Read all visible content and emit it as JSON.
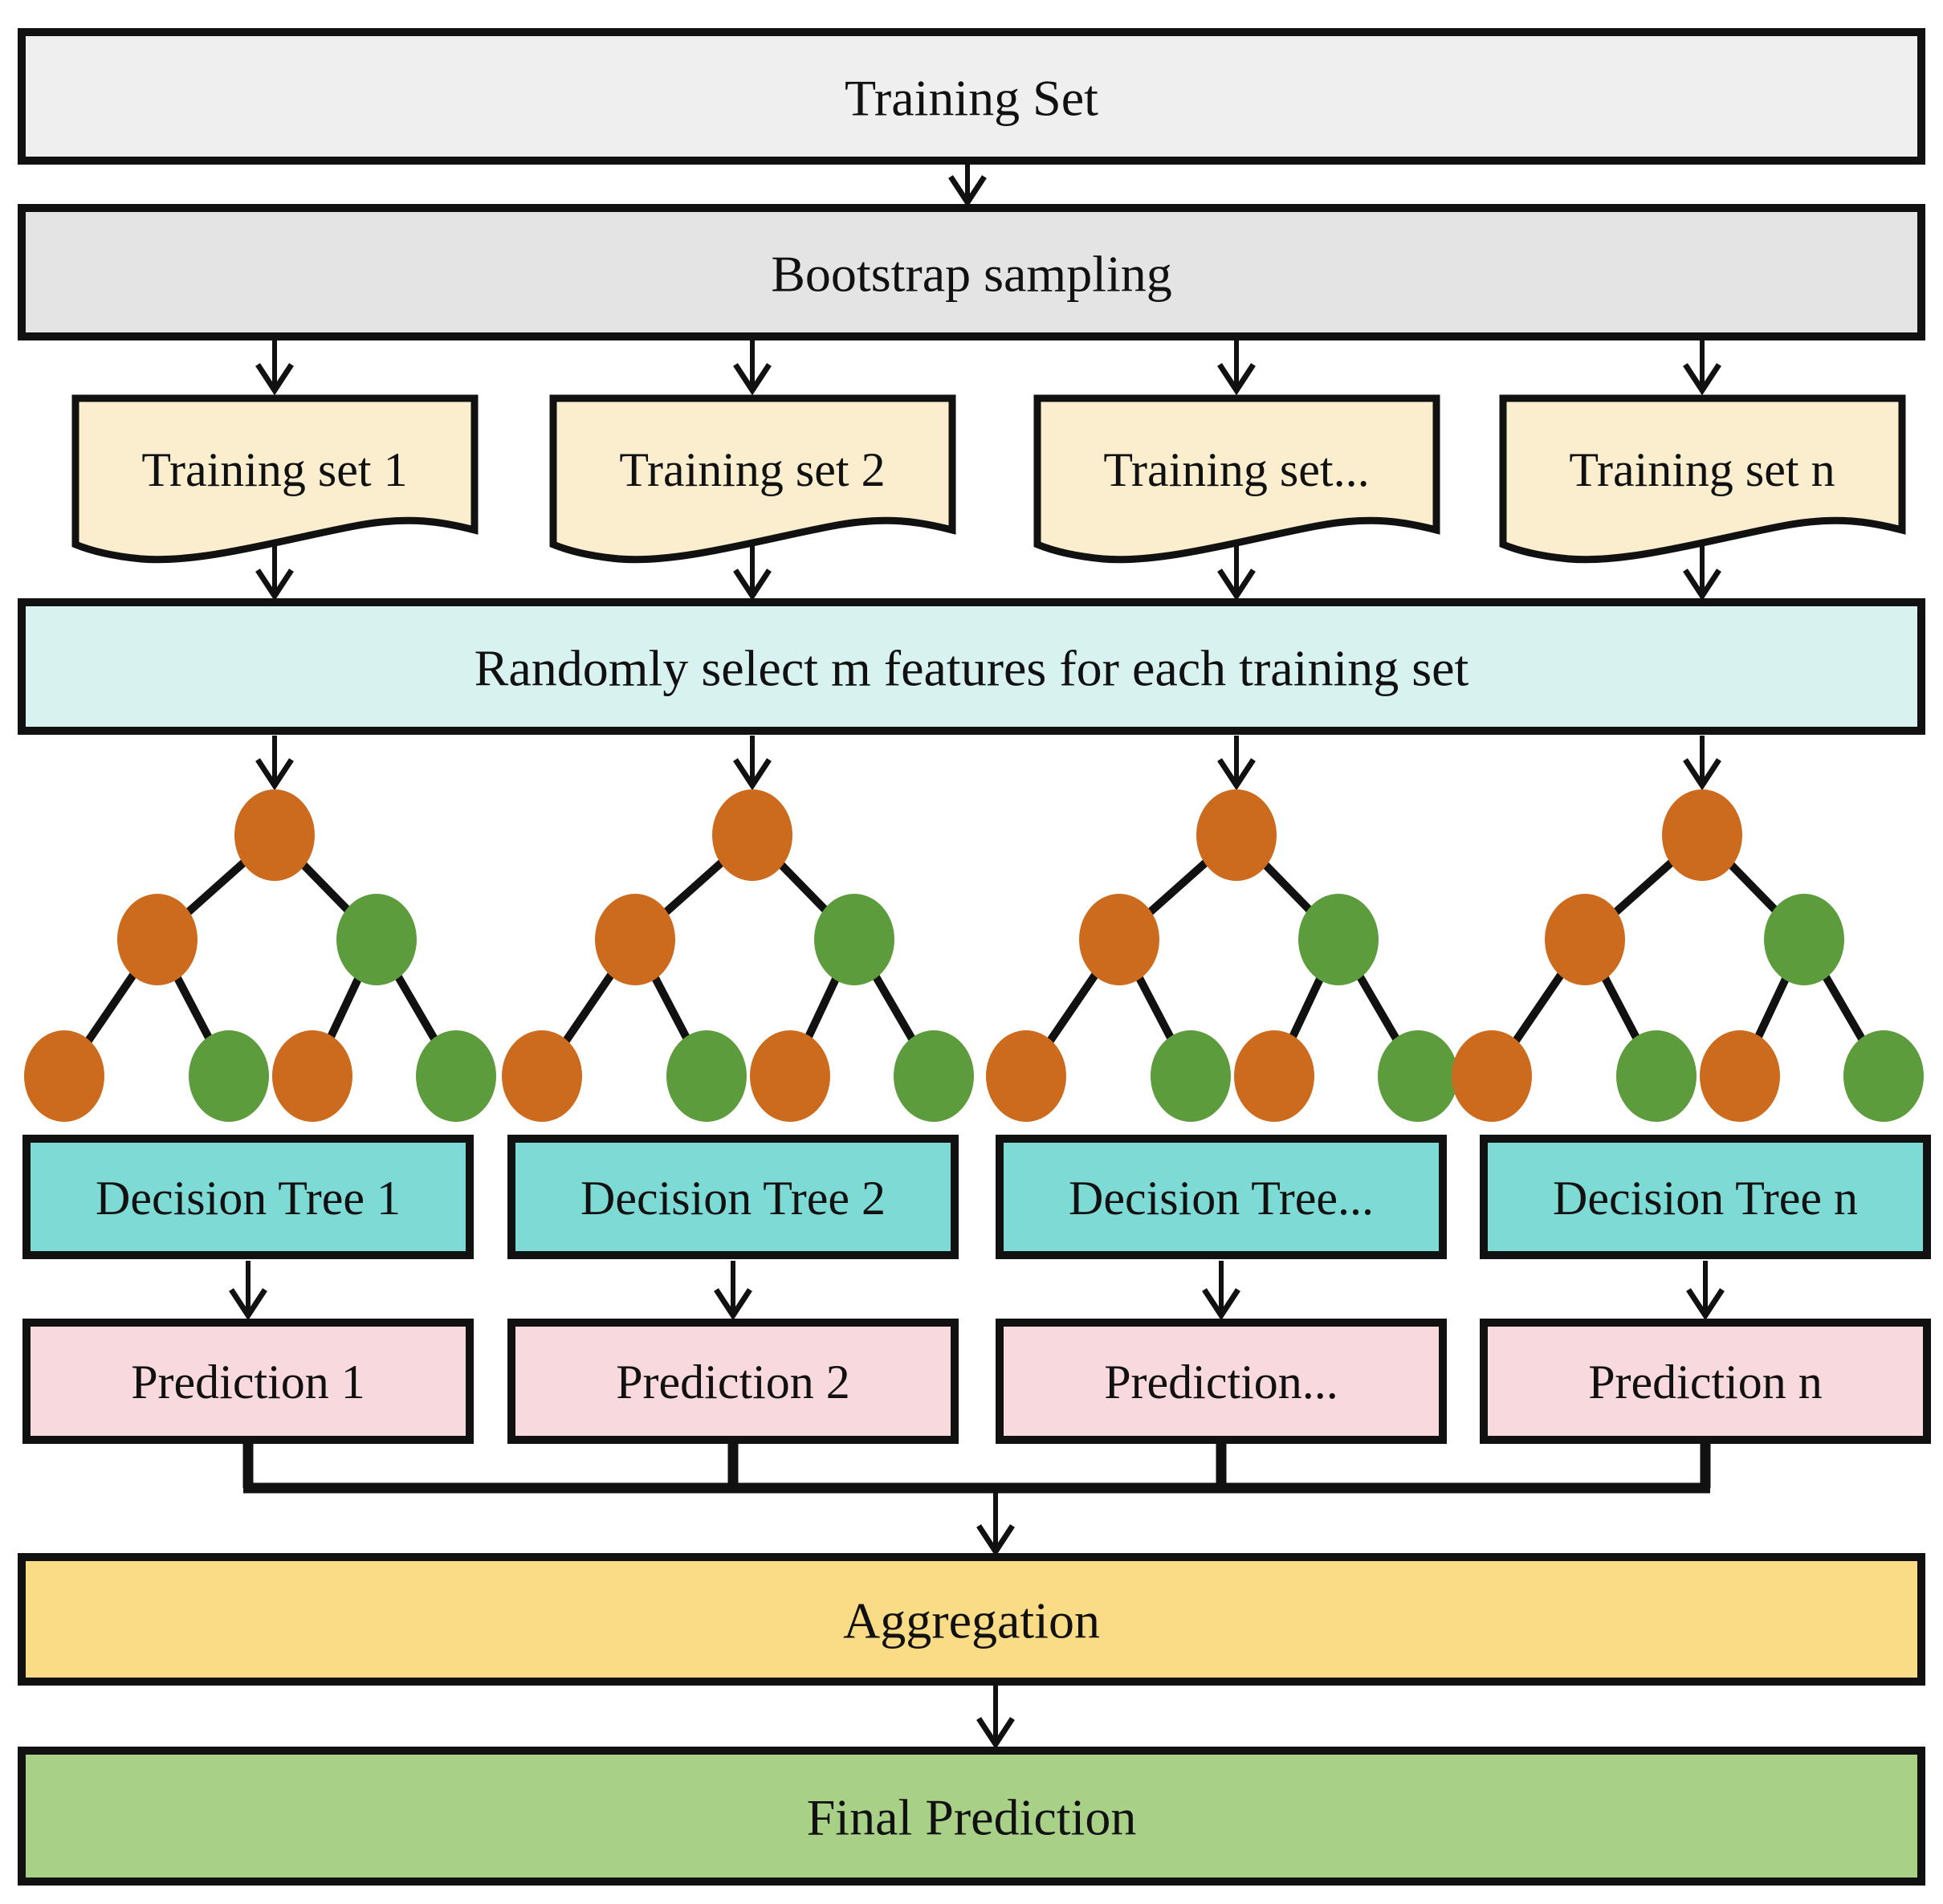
{
  "diagram": {
    "kind": "flowchart",
    "nodes": {
      "training_set": "Training Set",
      "bootstrap_sampling": "Bootstrap sampling",
      "training_subsets": [
        "Training set 1",
        "Training set 2",
        "Training set...",
        "Training set n"
      ],
      "feature_selection": "Randomly select m features for each training set",
      "decision_trees": [
        "Decision Tree 1",
        "Decision Tree 2",
        "Decision Tree...",
        "Decision Tree n"
      ],
      "predictions": [
        "Prediction 1",
        "Prediction 2",
        "Prediction...",
        "Prediction n"
      ],
      "aggregation": "Aggregation",
      "final_prediction": "Final Prediction"
    },
    "colors": {
      "box_training": "#efefef",
      "box_bootstrap": "#e4e4e4",
      "box_subset": "#faeecf",
      "box_feature_selection": "#d8f2f0",
      "box_decision_tree": "#7edad4",
      "box_prediction": "#f8d9de",
      "box_aggregation": "#fbdc86",
      "box_final": "#a8d187",
      "tree_node_orange": "#cc6b1d",
      "tree_node_green": "#5d9c3d",
      "outline": "#111111"
    }
  }
}
